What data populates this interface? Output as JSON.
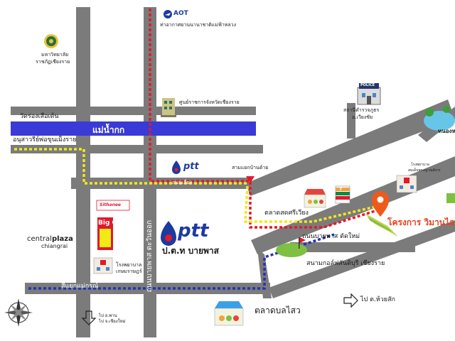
{
  "labels": {
    "aot_logo": "AOT",
    "airport": "ท่าอากาศยานนานาชาติแม่ฟ้าหลวง",
    "university_line1": "มหาวิทยาลัย",
    "university_line2": "ราชภัฏเชียงราย",
    "government_center": "ศูนย์ราชการจังหวัดเชียงราย",
    "police_badge": "POLICE",
    "police_line1": "สถานีตำรวจภูธร",
    "police_line2": "อ.เวียงชัย",
    "temple": "วัดร่องเสือเต้น",
    "river": "แม่น้ำกก",
    "monument": "อนุสาวรีย์พ่อขุนเม็งราย",
    "ptt_small": "ptt",
    "junction": "สามแยกบ้านด้าย",
    "road_sanpakoi": "ถนนเลี่ยง",
    "hospital_right_line1": "โรงพยาบาล",
    "hospital_right_line2": "สมเด็จพระญาณสังวร",
    "market_sri": "ตลาดสดศรีเวียง",
    "seven_eleven": "7",
    "project": "โครงการ วิมานไอยู วิล",
    "lake": "หนองห",
    "road_bypass_new": "ถนนบายพาส ตัดใหม่",
    "golf": "สนามกอล์ฟสันติบุรี เชียงราย",
    "to_huaysak": "ไป ต.ห้วยสัก",
    "market_bon": "ตลาดบลไสว",
    "ptt_big": "ptt",
    "ptt_station": "ป.ต.ท บายพาส",
    "road_vertical": "ถนนบายพาส ตะวันออก",
    "sithanee": "Sithanee",
    "bigc": "Big C",
    "hospital_left_line1": "โรงพยาบาล",
    "hospital_left_line2": "เกษมราษฎร์",
    "central_1": "central",
    "central_2": "plaza",
    "central_3": "chiangrai",
    "sibranch": "สี่แยกแม่กรณ์",
    "to_bottom_line1": "ไป อ.พาน",
    "to_bottom_line2": "ไป จ.เชียงใหม่"
  },
  "colors": {
    "road": "#7b7b7b",
    "river": "#3a3ad6",
    "route_red": "#e01a2a",
    "route_yellow": "#f2ea16",
    "route_blue": "#2233bb",
    "pin": "#ee5a1c",
    "project_text": "#e8401c",
    "ptt_blue": "#1d3aa0"
  },
  "icons": [
    "aot-logo-icon",
    "university-seal-icon",
    "government-building-icon",
    "police-station-icon",
    "ptt-logo-icon",
    "junction-marker-icon",
    "market-stall-icon",
    "seven-eleven-icon",
    "location-pin-icon",
    "hospital-icon",
    "lake-icon",
    "golf-course-icon",
    "sithanee-logo-icon",
    "bigc-logo-icon",
    "compass-icon",
    "arrow-right-icon",
    "arrow-down-icon"
  ]
}
